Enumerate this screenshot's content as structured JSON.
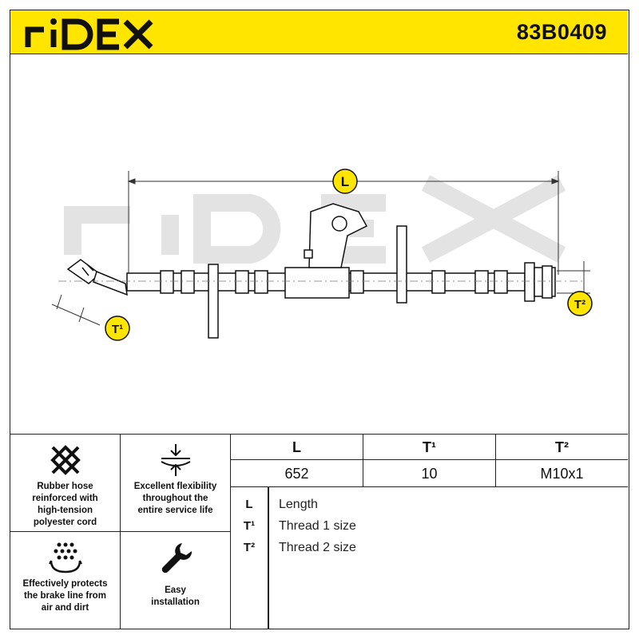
{
  "header": {
    "brand": "RIDEX",
    "part_number": "83B0409",
    "accent_color": "#ffe500"
  },
  "drawing": {
    "watermark": "RIDEX",
    "labels": {
      "length": "L",
      "thread1": "T¹",
      "thread2": "T²"
    }
  },
  "features": [
    {
      "icon": "woven-cord-icon",
      "text": "Rubber hose\nreinforced with\nhigh-tension\npolyester cord"
    },
    {
      "icon": "compression-arrows-icon",
      "text": "Excellent flexibility\nthroughout the\nentire service life"
    },
    {
      "icon": "shield-dots-icon",
      "text": "Effectively protects\nthe brake line from\nair and dirt"
    },
    {
      "icon": "wrench-icon",
      "text": "Easy\ninstallation"
    }
  ],
  "specs": {
    "headers": [
      "L",
      "T¹",
      "T²"
    ],
    "values": [
      "652",
      "10",
      "M10x1"
    ]
  },
  "legend": [
    {
      "key": "L",
      "desc": "Length"
    },
    {
      "key": "T¹",
      "desc": "Thread 1 size"
    },
    {
      "key": "T²",
      "desc": "Thread 2 size"
    }
  ]
}
